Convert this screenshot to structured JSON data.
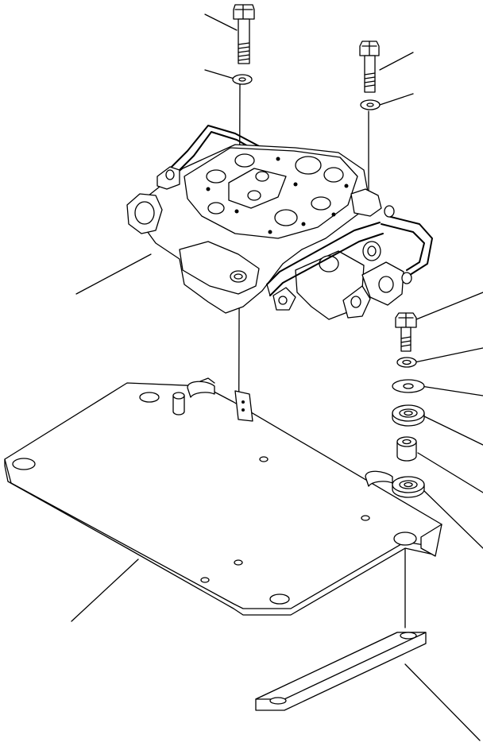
{
  "colors": {
    "ink": "#000000",
    "paper": "#ffffff"
  },
  "parts": [
    {
      "name": "bolt-upper-left",
      "icon": "bolt-icon"
    },
    {
      "name": "washer-upper-left",
      "icon": "washer-icon"
    },
    {
      "name": "bolt-upper-right",
      "icon": "bolt-icon"
    },
    {
      "name": "washer-upper-right",
      "icon": "washer-icon"
    },
    {
      "name": "control-valve",
      "icon": "valve-icon"
    },
    {
      "name": "bolt-lower-right",
      "icon": "bolt-icon"
    },
    {
      "name": "small-washer",
      "icon": "washer-icon"
    },
    {
      "name": "flat-washer",
      "icon": "washer-icon"
    },
    {
      "name": "rubber-cushion-upper",
      "icon": "cushion-icon"
    },
    {
      "name": "collar",
      "icon": "collar-icon"
    },
    {
      "name": "rubber-cushion-lower",
      "icon": "cushion-icon"
    },
    {
      "name": "mounting-plate",
      "icon": "plate-icon"
    },
    {
      "name": "bottom-strap",
      "icon": "strap-icon"
    }
  ]
}
